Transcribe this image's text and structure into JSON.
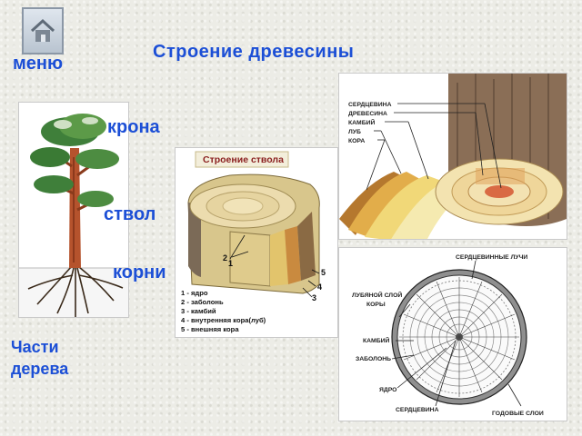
{
  "home_button": {
    "icon": "home-icon"
  },
  "title": "Строение древесины",
  "menu_label": "меню",
  "tree_labels": {
    "crown": "крона",
    "trunk": "ствол",
    "roots": "корни"
  },
  "parts_label": "Части дерева",
  "trunk_panel": {
    "heading": "Строение ствола",
    "numbers": [
      "1",
      "2",
      "3",
      "4",
      "5"
    ],
    "legend": [
      "1 - ядро",
      "2 - заболонь",
      "3 - камбий",
      "4 - внутренняя кора(луб)",
      "5 - внешняя кора"
    ]
  },
  "wood_panel": {
    "labels": [
      "СЕРДЦЕВИНА",
      "ДРЕВЕСИНА",
      "КАМБИЙ",
      "ЛУБ",
      "КОРА"
    ]
  },
  "cross_panel": {
    "labels": {
      "rays": "СЕРДЦЕВИННЫЕ ЛУЧИ",
      "bast1": "ЛУБЯНОЙ СЛОЙ",
      "bast2": "КОРЫ",
      "cambium": "КАМБИЙ",
      "sapwood": "ЗАБОЛОНЬ",
      "core": "ЯДРО",
      "pith": "СЕРДЦЕВИНА",
      "rings": "ГОДОВЫЕ СЛОИ"
    }
  }
}
